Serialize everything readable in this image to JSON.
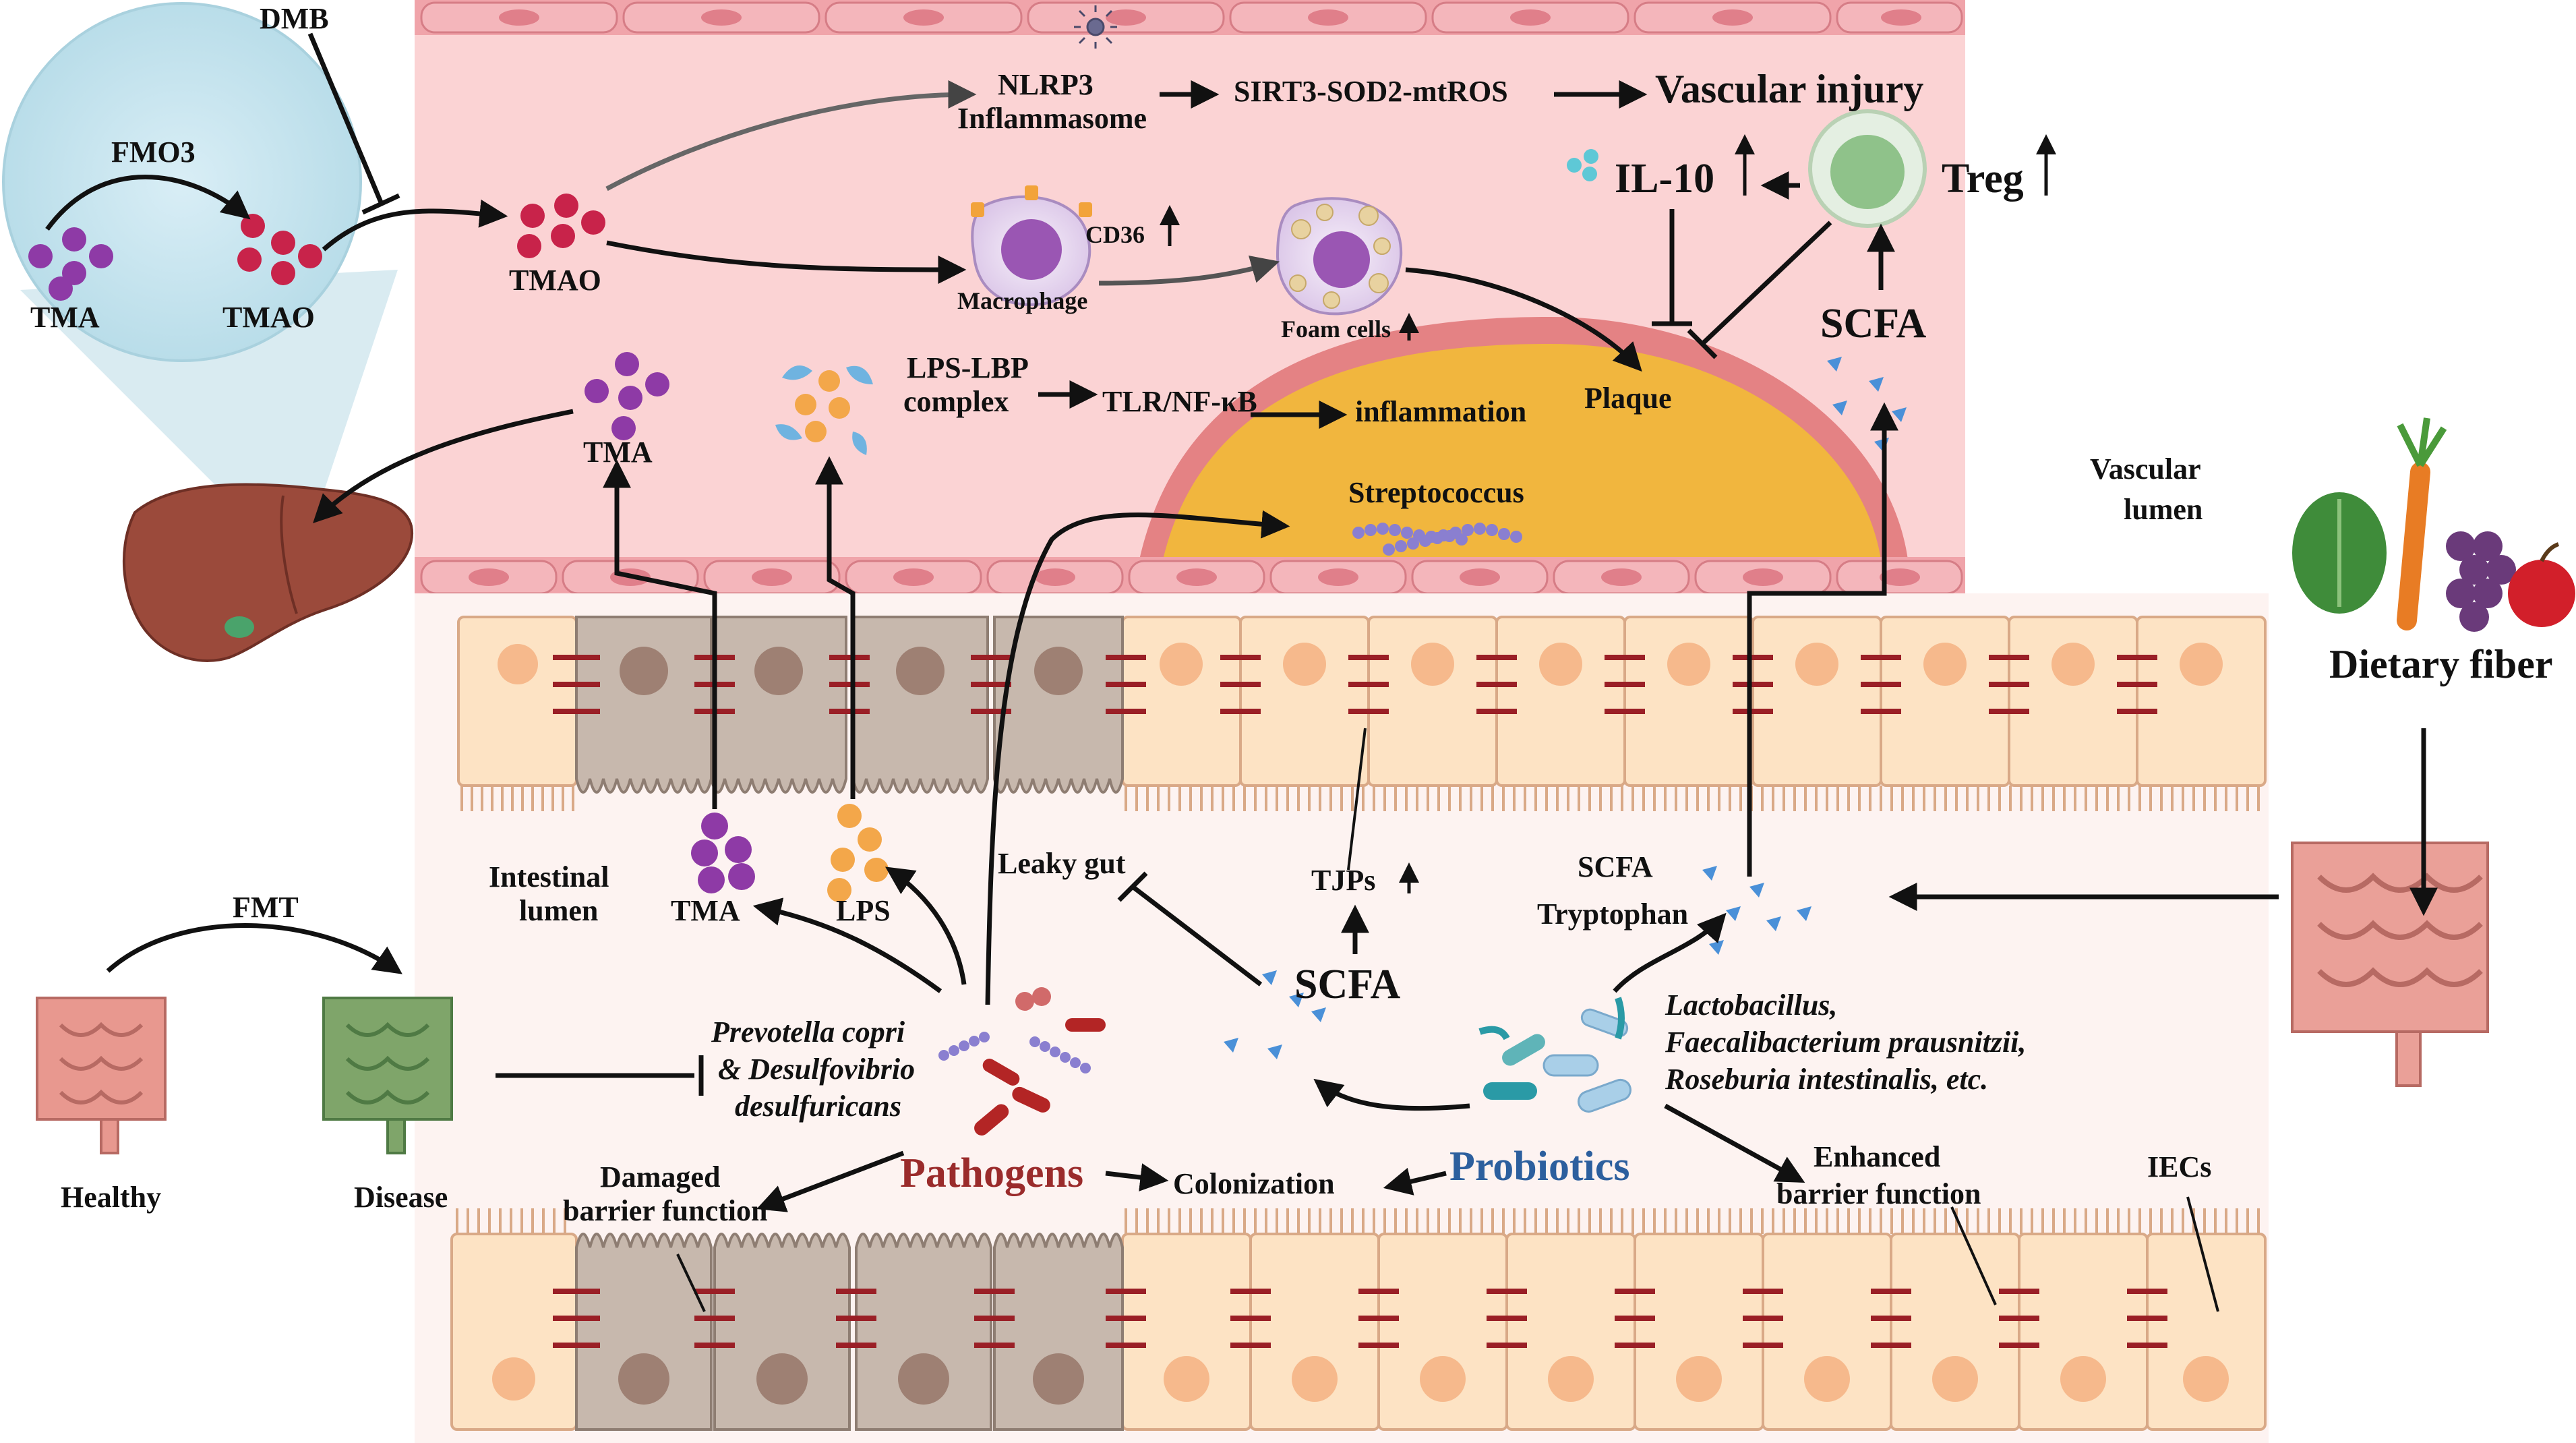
{
  "colors": {
    "vessel_bg": "#fbd3d4",
    "endothelium": "#f0a4aa",
    "plaque": "#f1b63e",
    "plaque_rim": "#e48284",
    "gut_cell": "#fde3c4",
    "damaged_cell": "#c7b8ad",
    "tmao": "#c8234a",
    "tma": "#8e3aa6",
    "lps": "#f3a74a",
    "scfa": "#4a90d8",
    "pathogens": "#9a2b2b",
    "probiotics": "#2c5f9e",
    "liver": "#9b4a3b"
  },
  "labels": {
    "dmb": "DMB",
    "fmo3": "FMO3",
    "tma_liver": "TMA",
    "tmao_liver": "TMAO",
    "tmao_vessel": "TMAO",
    "nlrp3": "NLRP3",
    "inflammasome": "Inflammasome",
    "sirt3": "SIRT3-SOD2-mtROS",
    "vascular_injury": "Vascular injury",
    "il10": "IL-10",
    "treg": "Treg",
    "cd36": "CD36",
    "macrophage": "Macrophage",
    "foam_cells": "Foam cells",
    "plaque": "Plaque",
    "scfa_vessel": "SCFA",
    "tma_vessel": "TMA",
    "lps_lbp_1": "LPS-LBP",
    "lps_lbp_2": "complex",
    "tlr": "TLR/NF-κB",
    "inflammation": "inflammation",
    "streptococcus": "Streptococcus",
    "vascular_lumen_1": "Vascular",
    "vascular_lumen_2": "lumen",
    "dietary_fiber": "Dietary fiber",
    "intestinal_lumen_1": "Intestinal",
    "intestinal_lumen_2": "lumen",
    "tma_gut": "TMA",
    "lps_gut": "LPS",
    "leaky_gut": "Leaky gut",
    "tjps": "TJPs",
    "scfa_gut": "SCFA",
    "scfa_trp_1": "SCFA",
    "scfa_trp_2": "Tryptophan",
    "fmt": "FMT",
    "healthy": "Healthy",
    "disease": "Disease",
    "prevotella_1": "Prevotella copri",
    "prevotella_2": "& Desulfovibrio",
    "prevotella_3": "desulfuricans",
    "pathogens": "Pathogens",
    "colonization": "Colonization",
    "probiotics": "Probiotics",
    "probiotic_names_1": "Lactobacillus,",
    "probiotic_names_2": "Faecalibacterium prausnitzii,",
    "probiotic_names_3": "Roseburia intestinalis, etc.",
    "damaged_barrier_1": "Damaged",
    "damaged_barrier_2": "barrier function",
    "enhanced_barrier_1": "Enhanced",
    "enhanced_barrier_2": "barrier function",
    "iecs": "IECs"
  }
}
